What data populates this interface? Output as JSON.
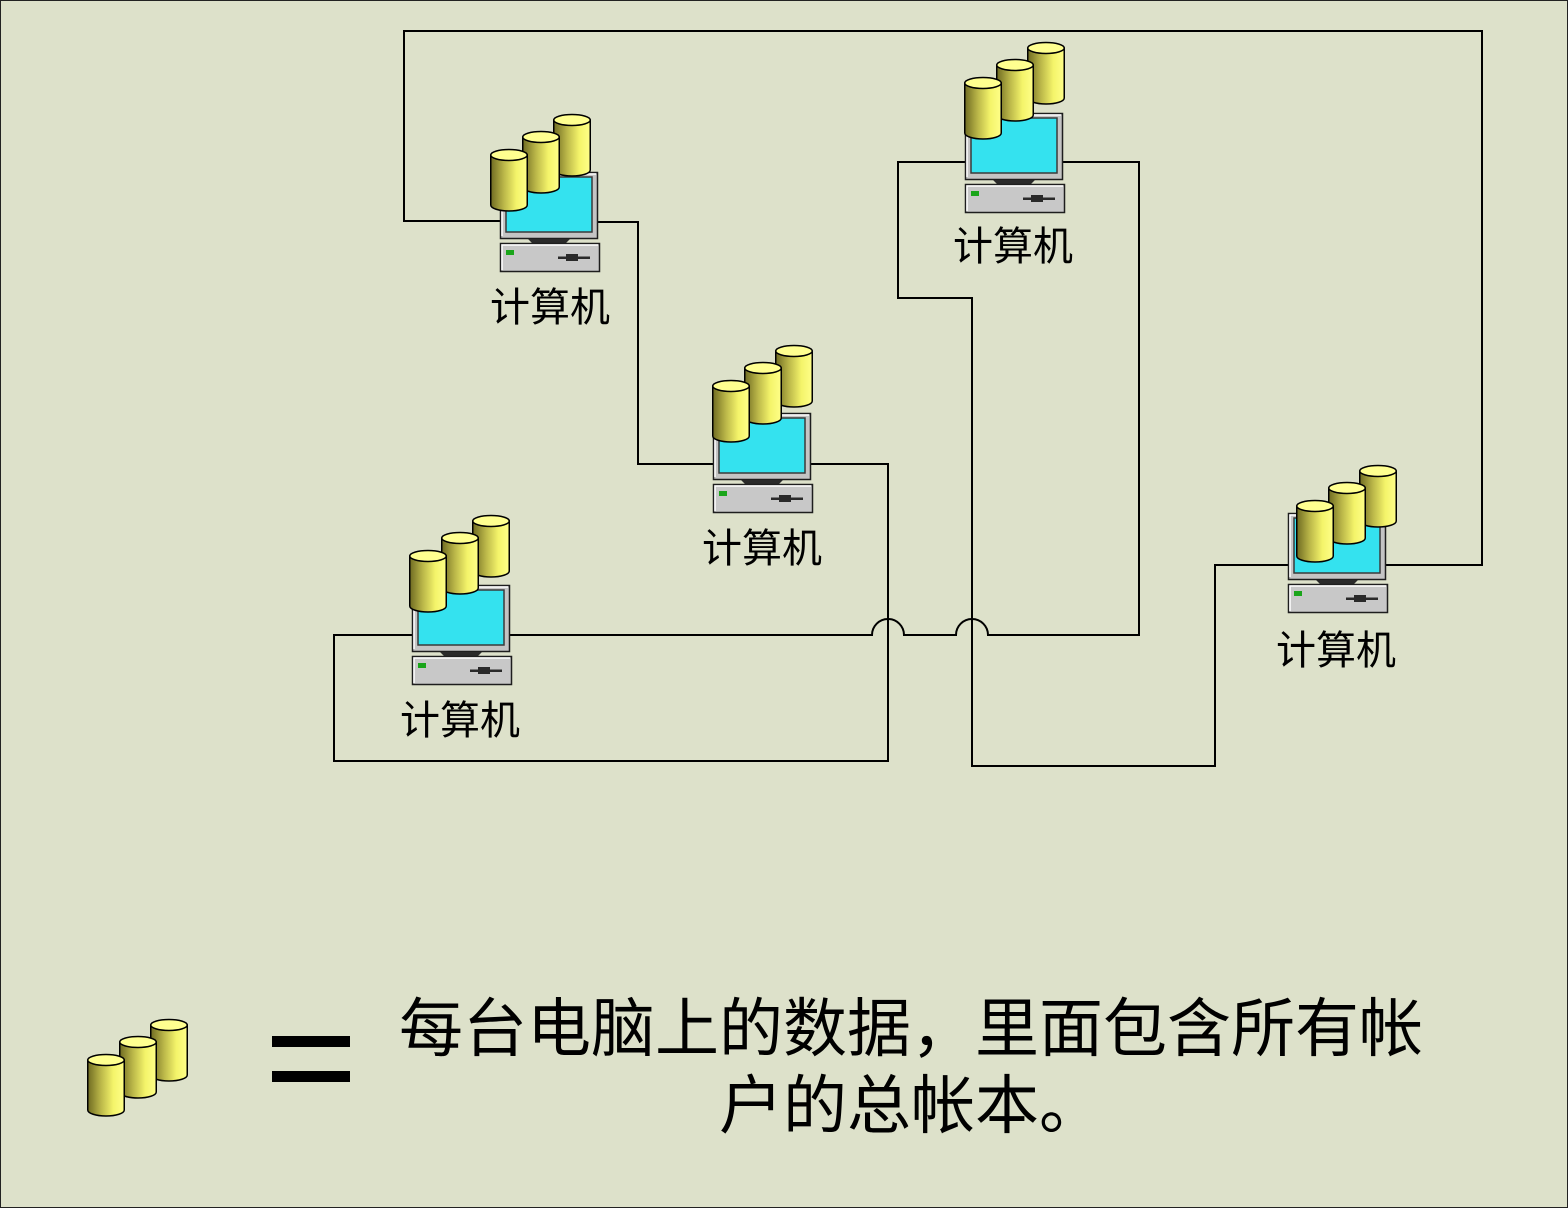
{
  "diagram": {
    "nodes": [
      {
        "label": "计算机",
        "icon": "computer-icon",
        "storage_icon": "database-icon"
      },
      {
        "label": "计算机",
        "icon": "computer-icon",
        "storage_icon": "database-icon"
      },
      {
        "label": "计算机",
        "icon": "computer-icon",
        "storage_icon": "database-icon"
      },
      {
        "label": "计算机",
        "icon": "computer-icon",
        "storage_icon": "database-icon"
      },
      {
        "label": "计算机",
        "icon": "computer-icon",
        "storage_icon": "database-icon"
      }
    ]
  },
  "legend": {
    "icon": "database-icon",
    "relation_icon": "equals-icon",
    "caption": {
      "line1": "每台电脑上的数据，里面包含所有帐",
      "line2": "户的总帐本。"
    }
  },
  "colors": {
    "background": "#dde1ca",
    "link": "#000000",
    "screen": "#34e2ef",
    "disk_top": "#ffff90"
  }
}
